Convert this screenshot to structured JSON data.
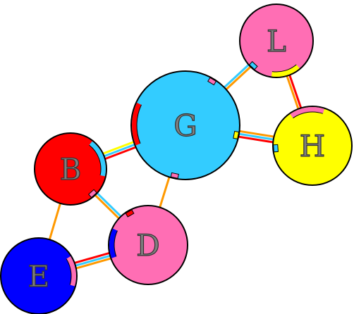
{
  "diagram": {
    "nodes": [
      {
        "id": "G",
        "label": "G",
        "color": "#33ccff"
      },
      {
        "id": "L",
        "label": "L",
        "color": "#ff6eb4"
      },
      {
        "id": "H",
        "label": "H",
        "color": "#ffff00"
      },
      {
        "id": "B",
        "label": "B",
        "color": "#ff0000"
      },
      {
        "id": "D",
        "label": "D",
        "color": "#ff6eb4"
      },
      {
        "id": "E",
        "label": "E",
        "color": "#0000ff"
      }
    ],
    "edges": [
      {
        "from": "G",
        "to": "L",
        "colors": [
          "#33ccff",
          "#ff9900"
        ]
      },
      {
        "from": "L",
        "to": "H",
        "colors": [
          "#ff0000",
          "#ff9900"
        ]
      },
      {
        "from": "G",
        "to": "H",
        "colors": [
          "#ff9900",
          "#33ccff",
          "#ff0000"
        ]
      },
      {
        "from": "B",
        "to": "G",
        "colors": [
          "#ffff00",
          "#33ccff",
          "#ff0000"
        ]
      },
      {
        "from": "G",
        "to": "D",
        "colors": [
          "#ff9900"
        ]
      },
      {
        "from": "B",
        "to": "D",
        "colors": [
          "#33ccff",
          "#ff9900"
        ]
      },
      {
        "from": "B",
        "to": "E",
        "colors": [
          "#ff9900"
        ]
      },
      {
        "from": "E",
        "to": "D",
        "colors": [
          "#ff0000",
          "#33ccff",
          "#ff9900"
        ]
      }
    ],
    "marker_colors": {
      "pink": "#ff6eb4",
      "yellow": "#ffff00",
      "red": "#ff0000",
      "blue": "#0000ff",
      "cyan": "#33ccff"
    }
  }
}
